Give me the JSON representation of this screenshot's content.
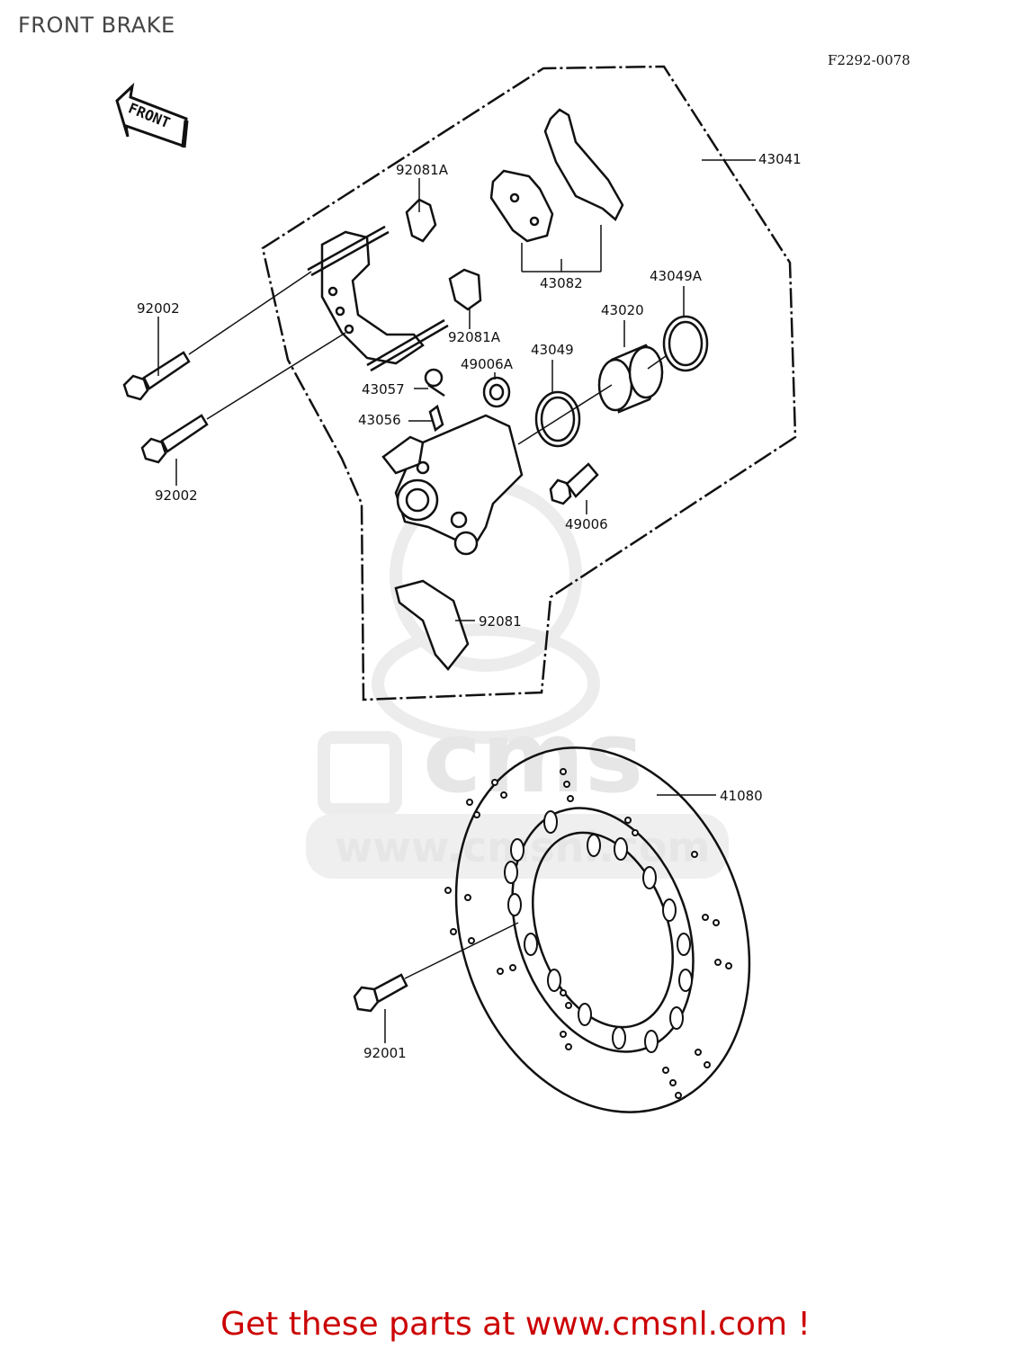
{
  "page": {
    "title": "FRONT BRAKE",
    "diagram_code": "F2292-0078"
  },
  "front_indicator": {
    "label": "FRONT"
  },
  "watermark": {
    "brand": "cms",
    "site": "www.cmsnl.com"
  },
  "parts": {
    "p43041": "43041",
    "p92081A_top": "92081A",
    "p43082": "43082",
    "p43049A": "43049A",
    "p92002_top": "92002",
    "p43020": "43020",
    "p92081A_mid": "92081A",
    "p43049": "43049",
    "p49006A": "49006A",
    "p43057": "43057",
    "p43056": "43056",
    "p92002_bottom": "92002",
    "p49006": "49006",
    "p92081": "92081",
    "p41080": "41080",
    "p92001": "92001"
  },
  "footer": {
    "text": "Get these parts at www.cmsnl.com !"
  }
}
